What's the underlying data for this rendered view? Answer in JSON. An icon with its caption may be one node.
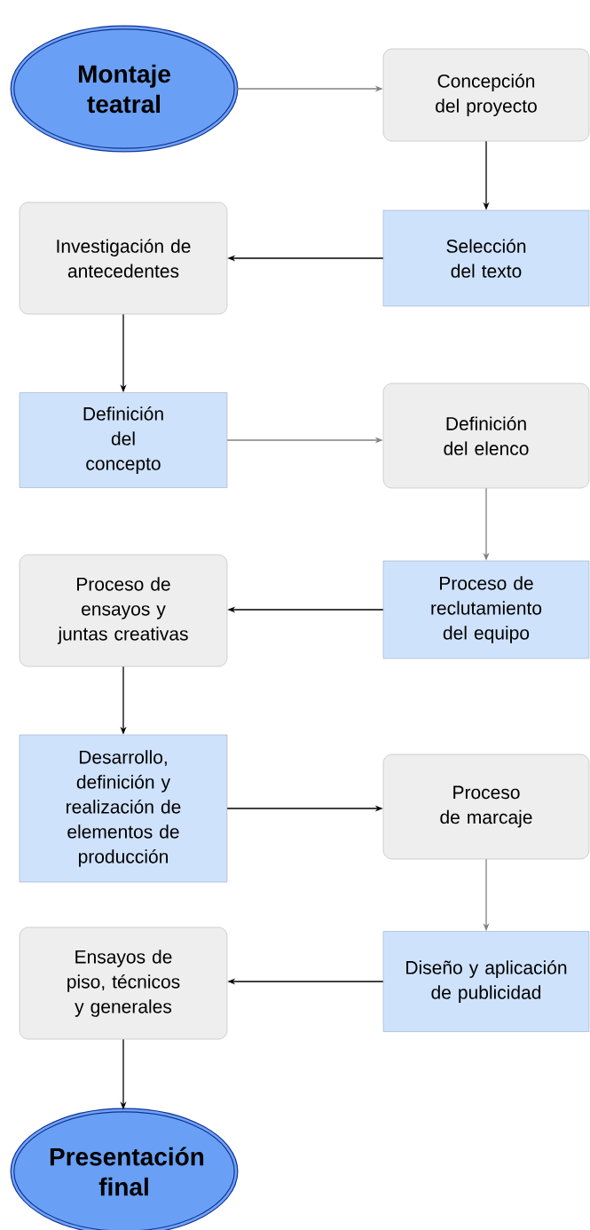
{
  "diagram": {
    "nodes": [
      {
        "text": [
          "Montaje teatral"
        ]
      },
      {
        "text": [
          "Concepción del proyecto"
        ]
      },
      {
        "text": [
          "Selección del texto"
        ]
      },
      {
        "text": [
          "Investigación de antecedentes"
        ]
      },
      {
        "text": [
          "Definición del concepto"
        ]
      },
      {
        "text": [
          "Definición del elenco"
        ]
      },
      {
        "text": [
          "Proceso de reclutamiento del equipo"
        ]
      },
      {
        "text": [
          "Proceso de ensayos y juntas creativas"
        ]
      },
      {
        "text": [
          "Desarrollo, definición y realización de elementos de producción"
        ]
      },
      {
        "text": [
          "Proceso de marcaje"
        ]
      },
      {
        "text": [
          "Diseño y aplicación de publicidad"
        ]
      },
      {
        "text": [
          "Ensayos de piso, técnicos y generales"
        ]
      },
      {
        "text": [
          "Presentación final"
        ]
      }
    ],
    "edges": [
      {
        "from": 0,
        "to": 1,
        "arrow": "to",
        "color": "#808080"
      },
      {
        "from": 1,
        "to": 2,
        "arrow": "to"
      },
      {
        "from": 2,
        "to": 3,
        "arrow": "to"
      },
      {
        "from": 3,
        "to": 4,
        "arrow": "to"
      },
      {
        "from": 4,
        "to": 5,
        "arrow": "to",
        "color": "#808080"
      },
      {
        "from": 5,
        "to": 6,
        "arrow": "to",
        "color": "#808080"
      },
      {
        "from": 6,
        "to": 7,
        "arrow": "to"
      },
      {
        "from": 7,
        "to": 8,
        "arrow": "to"
      },
      {
        "from": 8,
        "to": 9,
        "arrow": "to"
      },
      {
        "from": 9,
        "to": 10,
        "arrow": "to",
        "color": "#808080"
      },
      {
        "from": 10,
        "to": 11,
        "arrow": "to"
      },
      {
        "from": 11,
        "to": 12,
        "arrow": "to"
      }
    ]
  }
}
